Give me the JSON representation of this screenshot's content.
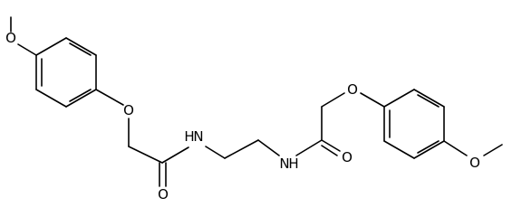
{
  "structure": {
    "atom_labels": {
      "o_methoxy_left": "O",
      "o_ether_left": "O",
      "n_amide_left": "N",
      "h_amide_left": "H",
      "o_carbonyl_left": "O",
      "n_amide_right": "N",
      "h_amide_right": "H",
      "o_carbonyl_right": "O",
      "o_ether_right": "O",
      "o_methoxy_right": "O"
    }
  }
}
